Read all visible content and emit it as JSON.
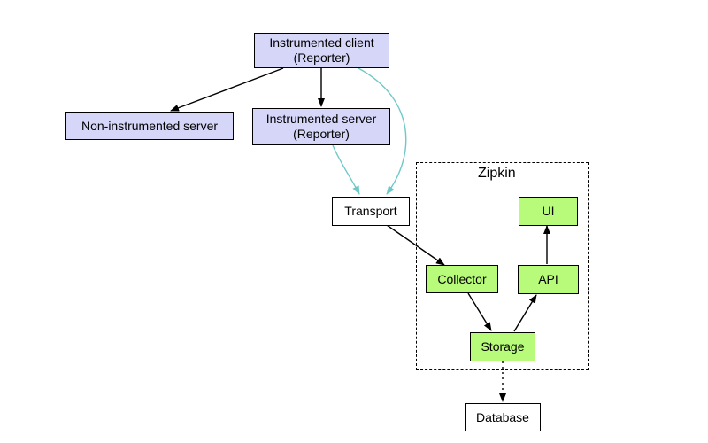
{
  "colors": {
    "client_fill": "#d6d6f9",
    "zipkin_fill": "#b8fb7a",
    "plain_fill": "#ffffff",
    "edge_black": "#000000",
    "edge_teal": "#6fc8c8"
  },
  "cluster": {
    "label": "Zipkin"
  },
  "nodes": {
    "instrumented_client": {
      "line1": "Instrumented client",
      "line2": "(Reporter)"
    },
    "non_instrumented_server": {
      "label": "Non-instrumented server"
    },
    "instrumented_server": {
      "line1": "Instrumented server",
      "line2": "(Reporter)"
    },
    "transport": {
      "label": "Transport"
    },
    "collector": {
      "label": "Collector"
    },
    "api": {
      "label": "API"
    },
    "ui": {
      "label": "UI"
    },
    "storage": {
      "label": "Storage"
    },
    "database": {
      "label": "Database"
    }
  },
  "edges": [
    {
      "from": "instrumented_client",
      "to": "non_instrumented_server",
      "color": "black",
      "style": "solid"
    },
    {
      "from": "instrumented_client",
      "to": "instrumented_server",
      "color": "black",
      "style": "solid"
    },
    {
      "from": "instrumented_client",
      "to": "transport",
      "color": "teal",
      "style": "solid"
    },
    {
      "from": "instrumented_server",
      "to": "transport",
      "color": "teal",
      "style": "solid"
    },
    {
      "from": "transport",
      "to": "collector",
      "color": "black",
      "style": "solid"
    },
    {
      "from": "collector",
      "to": "storage",
      "color": "black",
      "style": "solid"
    },
    {
      "from": "storage",
      "to": "api",
      "color": "black",
      "style": "solid"
    },
    {
      "from": "api",
      "to": "ui",
      "color": "black",
      "style": "solid"
    },
    {
      "from": "storage",
      "to": "database",
      "color": "black",
      "style": "dotted"
    }
  ]
}
